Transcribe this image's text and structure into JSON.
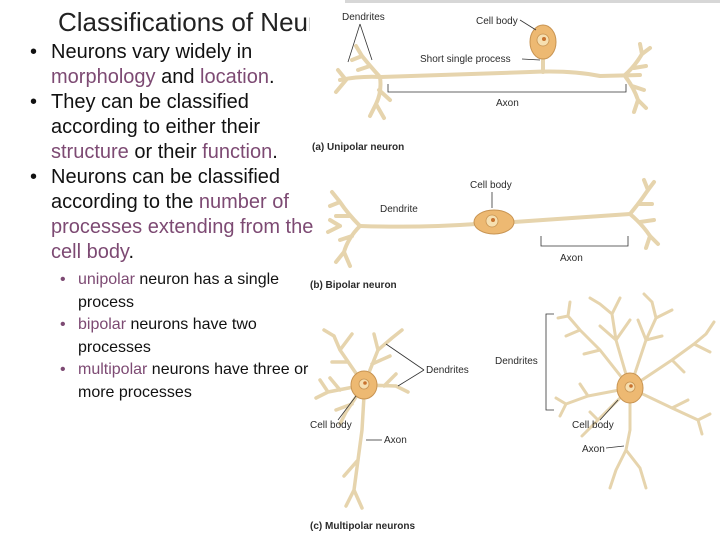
{
  "slide": {
    "title": "Classifications of Neurons",
    "bullets": [
      {
        "parts": [
          "Neurons vary widely in ",
          "morphology",
          " and ",
          "location",
          "."
        ]
      },
      {
        "parts": [
          "They can be classified according to either their ",
          "structure",
          " or their ",
          "function",
          "."
        ]
      },
      {
        "parts": [
          "Neurons can be classified according to the ",
          "number of processes extending from the cell body",
          "."
        ]
      }
    ],
    "sub_bullets": [
      {
        "term": "unipolar",
        "rest": " neuron has a single process"
      },
      {
        "term": "bipolar",
        "rest": " neurons have two processes"
      },
      {
        "term": "multipolar",
        "rest": " neurons have three or more processes"
      }
    ]
  },
  "figure": {
    "unipolar": {
      "dendrites": "Dendrites",
      "cell_body": "Cell body",
      "process": "Short single process",
      "axon": "Axon",
      "caption": "(a) Unipolar neuron"
    },
    "bipolar": {
      "cell_body": "Cell body",
      "dendrite": "Dendrite",
      "axon": "Axon",
      "caption": "(b) Bipolar neuron"
    },
    "multipolar": {
      "dendrites_left": "Dendrites",
      "dendrites_right": "Dendrites",
      "cell_body_left": "Cell body",
      "axon_left": "Axon",
      "cell_body_right": "Cell body",
      "axon_right": "Axon",
      "caption": "(c) Multipolar neurons"
    }
  },
  "colors": {
    "accent": "#7d4a73",
    "soma": "#edb972",
    "process": "#e6d4ad"
  }
}
